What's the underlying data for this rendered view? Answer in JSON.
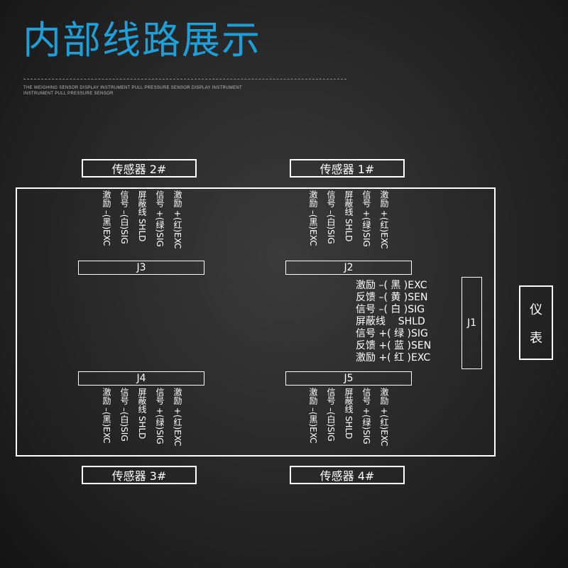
{
  "title": "内部线路展示",
  "subtitle_line1": "THE WEIGHING SENSOR DISPLAY INSTRUMENT PULL PRESSURE SENSOR DISPLAY INSTRUMENT",
  "subtitle_line2": "INSTRUMENT PULL PRESSURE SENSOR",
  "sensors": {
    "s2": "传感器 2#",
    "s1": "传感器 1#",
    "s3": "传感器 3#",
    "s4": "传感器 4#"
  },
  "connectors": {
    "j1": "J1",
    "j2": "J2",
    "j3": "J3",
    "j4": "J4",
    "j5": "J5"
  },
  "instrument": {
    "char1": "仪",
    "char2": "表"
  },
  "pins": [
    "激励 –(黑)EXC",
    "信号 –(白)SIG",
    "屏蔽线 SHLD",
    "信号 +(绿)SIG",
    "激励 +(红)EXC"
  ],
  "j1_wiring": [
    "激励 –( 黑 )EXC",
    "反馈 –( 黄 )SEN",
    "信号 –( 白 )SIG",
    "屏蔽线    SHLD",
    "信号 +( 绿 )SIG",
    "反馈 +( 蓝 )SEN",
    "激励 +( 红 )EXC"
  ]
}
